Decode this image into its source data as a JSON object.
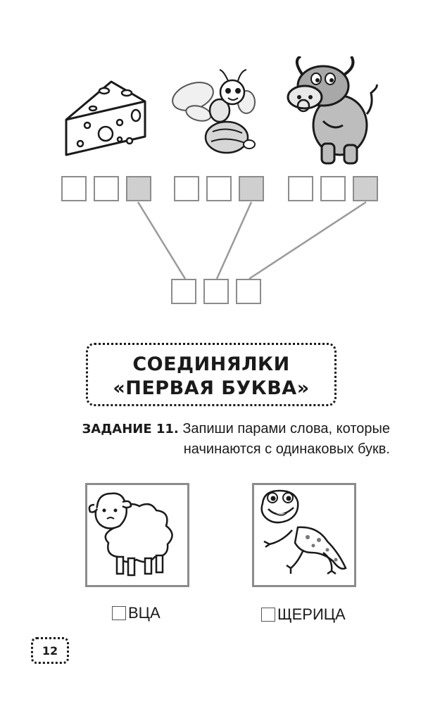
{
  "banner": {
    "line1": "СОЕДИНЯЛКИ",
    "line2": "«ПЕРВАЯ БУКВА»"
  },
  "task": {
    "lead": "ЗАДАНИЕ 11.",
    "text": "Запиши парами слова, которые начинаются с одинаковых букв."
  },
  "pictures_top": [
    "cheese",
    "bee",
    "bull"
  ],
  "pictures_bottom": [
    {
      "icon": "sheep",
      "word_rest": "ВЦА"
    },
    {
      "icon": "lizard",
      "word_rest": "ЩЕРИЦА"
    }
  ],
  "page_number": "12",
  "colors": {
    "box_border": "#8c8c8c",
    "box_shaded": "#cfcfcf",
    "ink": "#1a1a1a",
    "line": "#9a9a9a"
  }
}
